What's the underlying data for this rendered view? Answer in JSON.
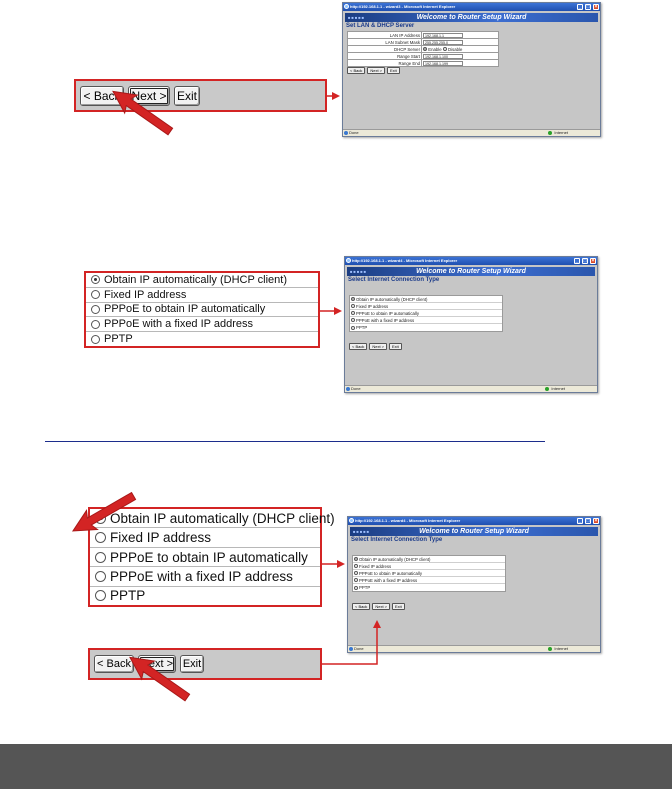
{
  "nav_buttons": {
    "back": "< Back",
    "next": "Next >",
    "exit": "Exit"
  },
  "options": [
    {
      "label": "Obtain IP automatically (DHCP client)",
      "selected": true
    },
    {
      "label": "Fixed IP address",
      "selected": false
    },
    {
      "label": "PPPoE to obtain IP automatically",
      "selected": false
    },
    {
      "label": "PPPoE with a fixed IP address",
      "selected": false
    },
    {
      "label": "PPTP",
      "selected": false
    }
  ],
  "mini_options": [
    {
      "label": "Obtain IP automatically (DHCP client)",
      "selected": true
    },
    {
      "label": "Fixed IP address",
      "selected": false
    },
    {
      "label": "PPPoE to obtain IP automatically",
      "selected": false
    },
    {
      "label": "PPPoE with a fixed IP address",
      "selected": false
    },
    {
      "label": "PPTP",
      "selected": false
    }
  ],
  "window1": {
    "title": "http://192.168.1.1 - wizard3 - Microsoft Internet Explorer",
    "header": "Welcome to Router Setup Wizard",
    "subheader": "Set LAN & DHCP Server",
    "fields": [
      {
        "label": "LAN IP Address",
        "value": "192.168.1.1"
      },
      {
        "label": "LAN Subnet Mask",
        "value": "255.255.255.0"
      },
      {
        "label": "DHCP Server",
        "value": ""
      },
      {
        "label": "Range Start",
        "value": "192.168.1.100"
      },
      {
        "label": "Range End",
        "value": "192.168.1.199"
      }
    ],
    "dhcp_enable": "Enable",
    "dhcp_disable": "Disable",
    "status_done": "Done",
    "status_zone": "Internet"
  },
  "window2": {
    "title": "http://192.168.1.1 - wizard4 - Microsoft Internet Explorer",
    "header": "Welcome to Router Setup Wizard",
    "subheader": "Select Internet Connection Type",
    "status_done": "Done",
    "status_zone": "Internet"
  },
  "window3": {
    "title": "http://192.168.1.1 - wizard4 - Microsoft Internet Explorer",
    "header": "Welcome to Router Setup Wizard",
    "subheader": "Select Internet Connection Type",
    "status_done": "Done",
    "status_zone": "Internet"
  },
  "colors": {
    "callout_red": "#d32424",
    "divider_blue": "#1c2d8c",
    "footer_gray": "#555555",
    "wizard_blue": "#1a3a8a"
  }
}
